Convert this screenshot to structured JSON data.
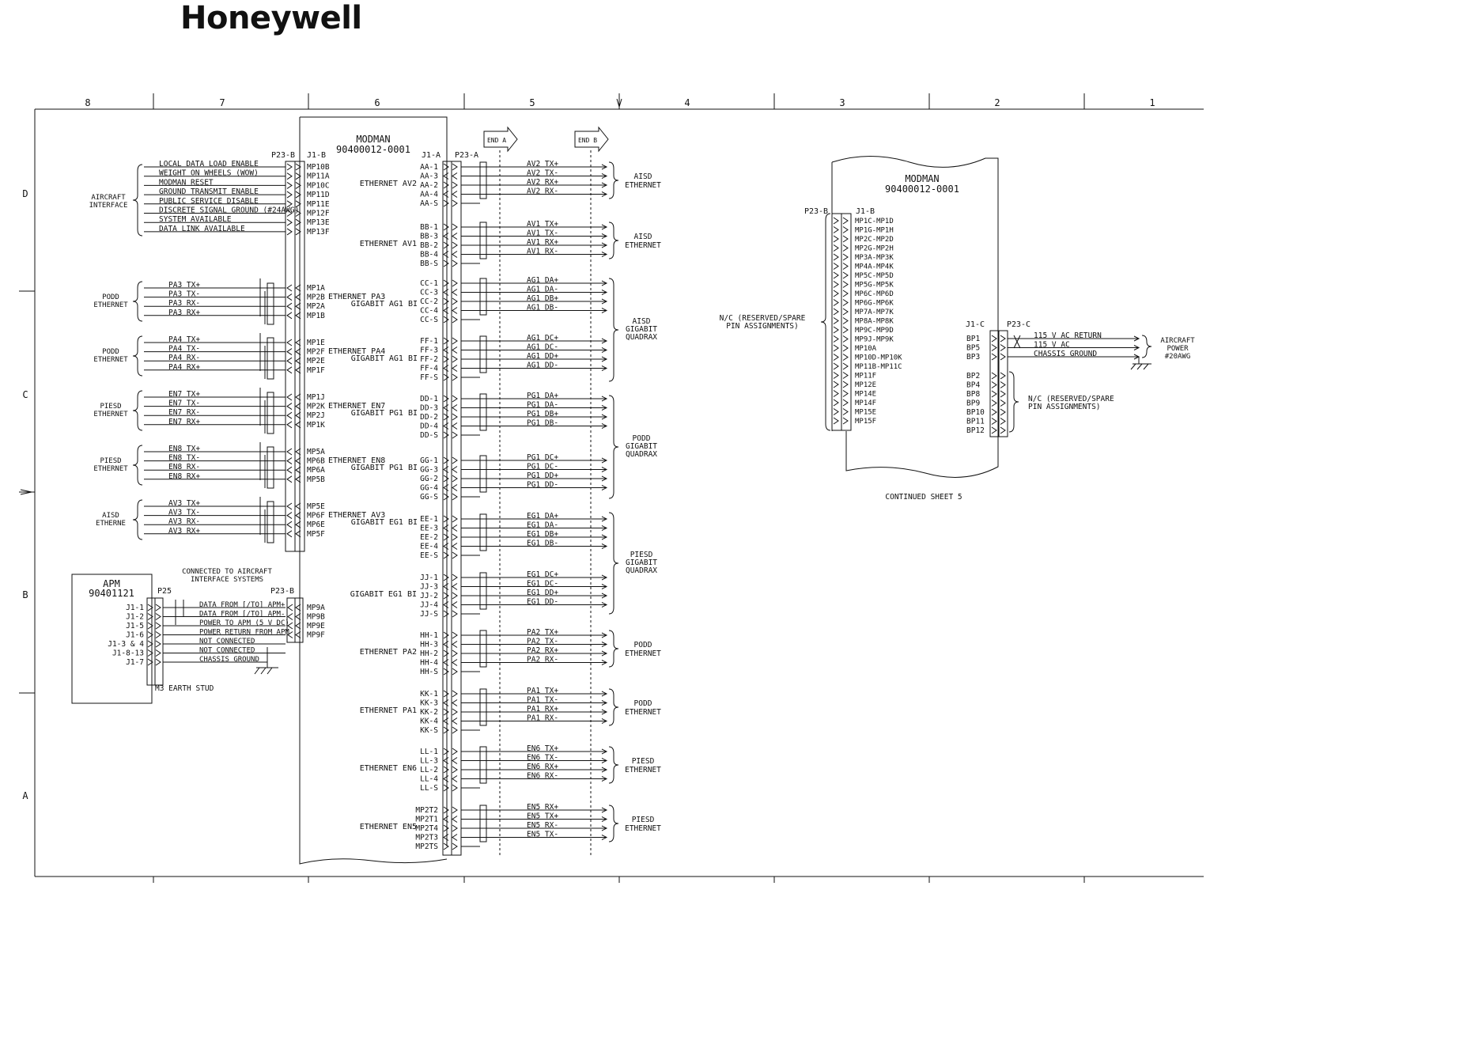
{
  "logo": "Honeywell",
  "zones_top": [
    "8",
    "7",
    "6",
    "5",
    "4",
    "3",
    "2",
    "1"
  ],
  "zones_side": [
    "D",
    "C",
    "B",
    "A"
  ],
  "modman_left": {
    "title": "MODMAN",
    "part": "90400012-0001",
    "p23b": "P23-B",
    "j1b": "J1-B",
    "j1a": "J1-A",
    "p23a": "P23-A"
  },
  "end_a": "END A",
  "end_b": "END B",
  "aircraft_interface": {
    "label": [
      "AIRCRAFT",
      "INTERFACE"
    ],
    "signals": [
      "LOCAL DATA LOAD ENABLE",
      "WEIGHT ON WHEELS (WOW)",
      "MODMAN RESET",
      "GROUND TRANSMIT ENABLE",
      "PUBLIC SERVICE DISABLE",
      "DISCRETE SIGNAL GROUND (#24AWG)",
      "SYSTEM AVAILABLE",
      "DATA LINK AVAILABLE"
    ],
    "pins": [
      "MP10B",
      "MP11A",
      "MP10C",
      "MP11D",
      "MP11E",
      "MP12F",
      "MP13E",
      "MP13F"
    ]
  },
  "left_groups": [
    {
      "label": [
        "PODD",
        "ETHERNET"
      ],
      "signals": [
        "PA3 TX+",
        "PA3 TX-",
        "PA3 RX-",
        "PA3 RX+"
      ],
      "pins": [
        "MP1A",
        "MP2B",
        "MP2A",
        "MP1B"
      ],
      "inner": [
        "ETHERNET PA3",
        "GIGABIT AG1 BI"
      ]
    },
    {
      "label": [
        "PODD",
        "ETHERNET"
      ],
      "signals": [
        "PA4 TX+",
        "PA4 TX-",
        "PA4 RX-",
        "PA4 RX+"
      ],
      "pins": [
        "MP1E",
        "MP2F",
        "MP2E",
        "MP1F"
      ],
      "inner": [
        "ETHERNET PA4",
        "GIGABIT AG1 BI"
      ]
    },
    {
      "label": [
        "PIESD",
        "ETHERNET"
      ],
      "signals": [
        "EN7 TX+",
        "EN7 TX-",
        "EN7 RX-",
        "EN7 RX+"
      ],
      "pins": [
        "MP1J",
        "MP2K",
        "MP2J",
        "MP1K"
      ],
      "inner": [
        "ETHERNET EN7",
        "GIGABIT PG1 BI"
      ]
    },
    {
      "label": [
        "PIESD",
        "ETHERNET"
      ],
      "signals": [
        "EN8 TX+",
        "EN8 TX-",
        "EN8 RX-",
        "EN8 RX+"
      ],
      "pins": [
        "MP5A",
        "MP6B",
        "MP6A",
        "MP5B"
      ],
      "inner": [
        "ETHERNET EN8",
        "GIGABIT PG1 BI"
      ]
    },
    {
      "label": [
        "AISD",
        "ETHERNE"
      ],
      "signals": [
        "AV3 TX+",
        "AV3 TX-",
        "AV3 RX-",
        "AV3 RX+"
      ],
      "pins": [
        "MP5E",
        "MP6F",
        "MP6E",
        "MP5F"
      ],
      "inner": [
        "ETHERNET AV3",
        "GIGABIT EG1 BI"
      ]
    }
  ],
  "apm": {
    "title": "APM",
    "part": "90401121",
    "p25": "P25",
    "p23b": "P23-B",
    "note": [
      "CONNECTED TO AIRCRAFT",
      "INTERFACE SYSTEMS"
    ],
    "j1": [
      "J1-1",
      "J1-2",
      "J1-5",
      "J1-6",
      "J1-3 & 4",
      "J1-8-13",
      "J1-7"
    ],
    "signals": [
      "DATA FROM [/TO] APM+",
      "DATA FROM [/TO] APM-",
      "POWER TO APM (5 V DC)",
      "POWER RETURN FROM APM",
      "NOT CONNECTED",
      "NOT CONNECTED",
      "CHASSIS GROUND"
    ],
    "pins": [
      "MP9A",
      "MP9B",
      "MP9E",
      "MP9F"
    ],
    "earth": "M3 EARTH STUD"
  },
  "right_groups": [
    {
      "inner": "ETHERNET AV2",
      "pins": [
        "AA-1",
        "AA-3",
        "AA-2",
        "AA-4",
        "AA-S"
      ],
      "signals": [
        "AV2 TX+",
        "AV2 TX-",
        "AV2 RX+",
        "AV2 RX-"
      ],
      "dest": [
        "AISD",
        "ETHERNET"
      ]
    },
    {
      "inner": "ETHERNET AV1",
      "pins": [
        "BB-1",
        "BB-3",
        "BB-2",
        "BB-4",
        "BB-S"
      ],
      "signals": [
        "AV1 TX+",
        "AV1 TX-",
        "AV1 RX+",
        "AV1 RX-"
      ],
      "dest": [
        "AISD",
        "ETHERNET"
      ]
    },
    {
      "inner": "",
      "pins": [
        "CC-1",
        "CC-3",
        "CC-2",
        "CC-4",
        "CC-S"
      ],
      "signals": [
        "AG1 DA+",
        "AG1 DA-",
        "AG1 DB+",
        "AG1 DB-"
      ],
      "dest": []
    },
    {
      "inner": "",
      "pins": [
        "FF-1",
        "FF-3",
        "FF-2",
        "FF-4",
        "FF-S"
      ],
      "signals": [
        "AG1 DC+",
        "AG1 DC-",
        "AG1 DD+",
        "AG1 DD-"
      ],
      "dest": []
    },
    {
      "inner": "",
      "pins": [
        "DD-1",
        "DD-3",
        "DD-2",
        "DD-4",
        "DD-S"
      ],
      "signals": [
        "PG1 DA+",
        "PG1 DA-",
        "PG1 DB+",
        "PG1 DB-"
      ],
      "dest": []
    },
    {
      "inner": "",
      "pins": [
        "GG-1",
        "GG-3",
        "GG-2",
        "GG-4",
        "GG-S"
      ],
      "signals": [
        "PG1 DC+",
        "PG1 DC-",
        "PG1 DD+",
        "PG1 DD-"
      ],
      "dest": []
    },
    {
      "inner": "",
      "pins": [
        "EE-1",
        "EE-3",
        "EE-2",
        "EE-4",
        "EE-S"
      ],
      "signals": [
        "EG1 DA+",
        "EG1 DA-",
        "EG1 DB+",
        "EG1 DB-"
      ],
      "dest": []
    },
    {
      "inner": "GIGABIT EG1 BI",
      "pins": [
        "JJ-1",
        "JJ-3",
        "JJ-2",
        "JJ-4",
        "JJ-S"
      ],
      "signals": [
        "EG1 DC+",
        "EG1 DC-",
        "EG1 DD+",
        "EG1 DD-"
      ],
      "dest": []
    },
    {
      "inner": "ETHERNET PA2",
      "pins": [
        "HH-1",
        "HH-3",
        "HH-2",
        "HH-4",
        "HH-S"
      ],
      "signals": [
        "PA2 TX+",
        "PA2 TX-",
        "PA2 RX+",
        "PA2 RX-"
      ],
      "dest": [
        "PODD",
        "ETHERNET"
      ]
    },
    {
      "inner": "ETHERNET PA1",
      "pins": [
        "KK-1",
        "KK-3",
        "KK-2",
        "KK-4",
        "KK-S"
      ],
      "signals": [
        "PA1 TX+",
        "PA1 TX-",
        "PA1 RX+",
        "PA1 RX-"
      ],
      "dest": [
        "PODD",
        "ETHERNET"
      ]
    },
    {
      "inner": "ETHERNET EN6",
      "pins": [
        "LL-1",
        "LL-3",
        "LL-2",
        "LL-4",
        "LL-S"
      ],
      "signals": [
        "EN6 TX+",
        "EN6 TX-",
        "EN6 RX+",
        "EN6 RX-"
      ],
      "dest": [
        "PIESD",
        "ETHERNET"
      ]
    },
    {
      "inner": "ETHERNET EN5",
      "pins": [
        "MP2T2",
        "MP2T1",
        "MP2T4",
        "MP2T3",
        "MP2TS"
      ],
      "signals": [
        "EN5 RX+",
        "EN5 TX+",
        "EN5 RX-",
        "EN5 TX-"
      ],
      "dest": [
        "PIESD",
        "ETHERNET"
      ]
    }
  ],
  "quadrax_dest": [
    [
      "AISD",
      "GIGABIT",
      "QUADRAX"
    ],
    [
      "PODD",
      "GIGABIT",
      "QUADRAX"
    ],
    [
      "PIESD",
      "GIGABIT",
      "QUADRAX"
    ]
  ],
  "modman_right": {
    "title": "MODMAN",
    "part": "90400012-0001",
    "p23b": "P23-B",
    "j1b": "J1-B",
    "j1c": "J1-C",
    "p23c": "P23-C",
    "pins": [
      "MP1C-MP1D",
      "MP1G-MP1H",
      "MP2C-MP2D",
      "MP2G-MP2H",
      "MP3A-MP3K",
      "MP4A-MP4K",
      "MP5C-MP5D",
      "MP5G-MP5K",
      "MP6C-MP6D",
      "MP6G-MP6K",
      "MP7A-MP7K",
      "MP8A-MP8K",
      "MP9C-MP9D",
      "MP9J-MP9K",
      "MP10A",
      "MP10D-MP10K",
      "MP11B-MP11C",
      "MP11F",
      "MP12E",
      "MP14E",
      "MP14F",
      "MP15E",
      "MP15F"
    ],
    "nc_left": [
      "N/C (RESERVED/SPARE",
      "PIN ASSIGNMENTS)"
    ],
    "bp_power": [
      "BP1",
      "BP5",
      "BP3"
    ],
    "power_signals": [
      "115 V AC RETURN",
      "115 V AC",
      "CHASSIS GROUND"
    ],
    "power_dest": [
      "AIRCRAFT",
      "POWER",
      "#20AWG"
    ],
    "bp_spare": [
      "BP2",
      "BP4",
      "BP8",
      "BP9",
      "BP10",
      "BP11",
      "BP12"
    ],
    "nc_right": [
      "N/C (RESERVED/SPARE",
      "PIN ASSIGNMENTS)"
    ],
    "continued": "CONTINUED SHEET 5"
  }
}
